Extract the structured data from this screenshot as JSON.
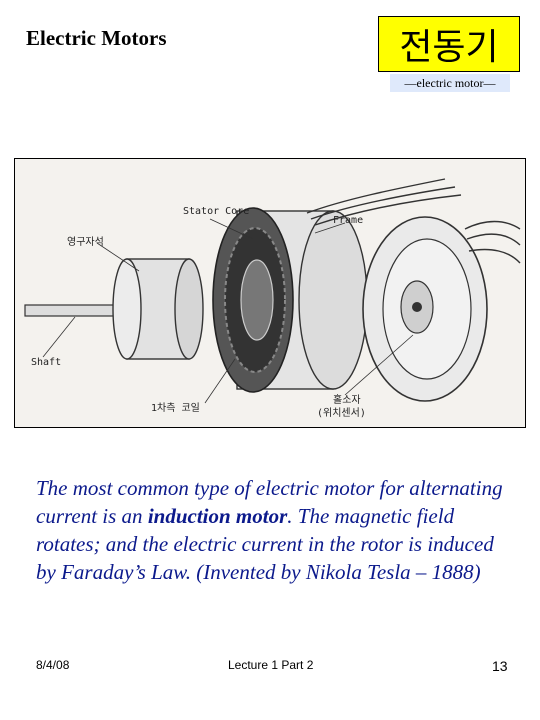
{
  "header": {
    "title": "Electric Motors",
    "korean_title": "전동기",
    "korean_subtitle": "—electric motor—"
  },
  "figure": {
    "labels": {
      "stator_core": "Stator Core",
      "frame": "Frame",
      "permanent_magnet": "영구자석",
      "shaft": "Shaft",
      "primary_coil": "1차측 코일",
      "hall_element": "홀소자",
      "position_sensor": "(위치센서)"
    }
  },
  "body": {
    "text_before": "The most common type of electric motor for alternating current is an ",
    "text_bold": "induction motor",
    "text_after": ". The magnetic field rotates; and the electric current in the rotor is induced by Faraday’s Law. (Invented by Nikola Tesla – 1888)"
  },
  "footer": {
    "date": "8/4/08",
    "center": "Lecture 1 Part 2",
    "page": "13"
  },
  "colors": {
    "title_box": "#ffff00",
    "subtitle_box": "#dfe9fb",
    "body_text": "#0c1a8c"
  }
}
